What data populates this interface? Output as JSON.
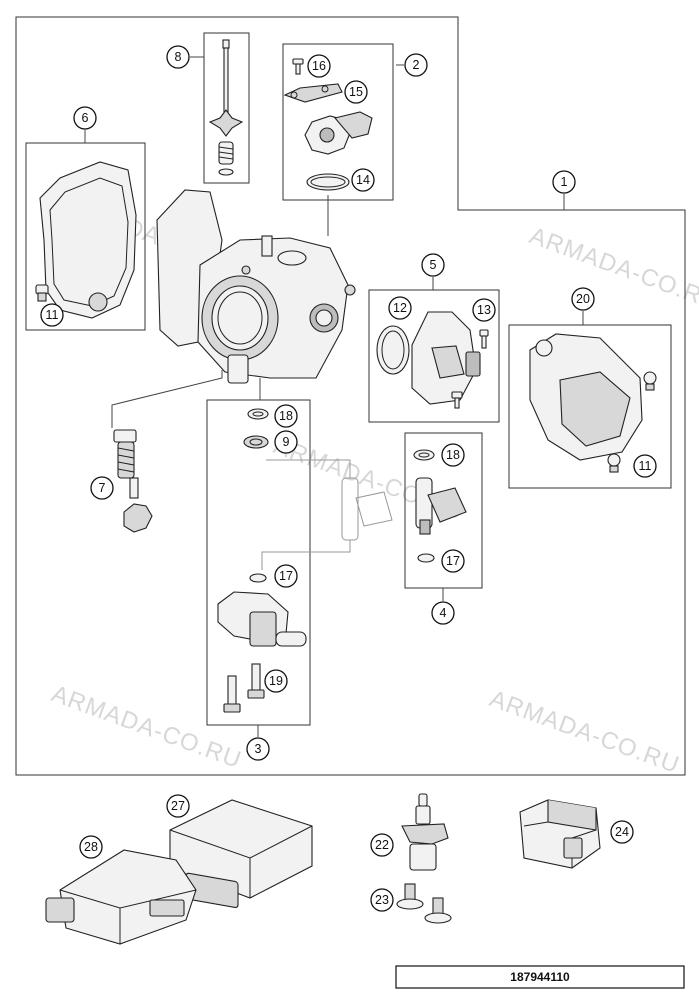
{
  "watermark": "ARMADA-CO.RU",
  "document_number": "187944110",
  "callouts": {
    "c1": "1",
    "c2": "2",
    "c3": "3",
    "c4": "4",
    "c5": "5",
    "c6": "6",
    "c7": "7",
    "c8": "8",
    "c9": "9",
    "c11a": "11",
    "c11b": "11",
    "c12": "12",
    "c13": "13",
    "c14": "14",
    "c15": "15",
    "c16": "16",
    "c17a": "17",
    "c17b": "17",
    "c18a": "18",
    "c18b": "18",
    "c19": "19",
    "c20": "20",
    "c22": "22",
    "c23": "23",
    "c24": "24",
    "c27": "27",
    "c28": "28"
  }
}
